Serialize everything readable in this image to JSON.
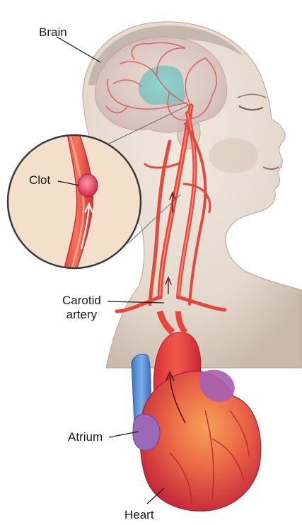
{
  "labels": {
    "brain": "Brain",
    "clot": "Clot",
    "carotid_line1": "Carotid",
    "carotid_line2": "artery",
    "atrium": "Atrium",
    "heart": "Heart"
  },
  "colors": {
    "artery": "#e8453c",
    "artery_light": "#f07a6a",
    "skin": "#e9dfd5",
    "skin_shade": "#cdbfb3",
    "brain_tint": "#d9c6c3",
    "stroke_region": "#6ec6c4",
    "vein_blue": "#5b8fd6",
    "heart_red": "#d8323a",
    "heart_orange": "#f08a4b",
    "atrium_purple": "#9a6ab8"
  }
}
